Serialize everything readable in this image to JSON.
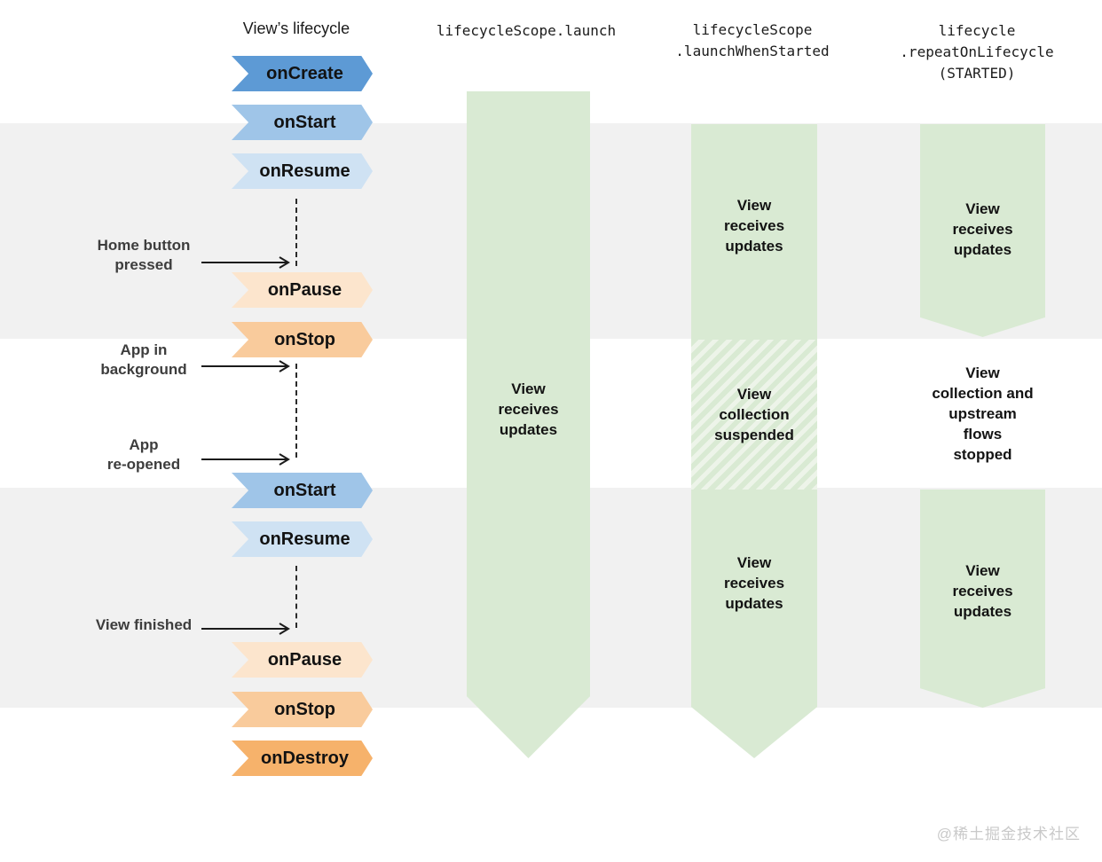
{
  "colors": {
    "band": "#f1f1f1",
    "green": "#d9ead3",
    "green_hatch_light": "#edf4e9",
    "blue_dark": "#5d9ad5",
    "blue_mid": "#9fc5e8",
    "blue_light": "#cfe2f3",
    "orange_light": "#fce5cd",
    "orange_mid": "#f9cb9c",
    "orange_dark": "#f6b26b",
    "text_dark": "#1b1b1b",
    "label_gray": "#3d3d3d",
    "watermark_gray": "#c9c9c9"
  },
  "headers": {
    "lifecycle": "View’s lifecycle",
    "launch": "lifecycleScope.launch",
    "launch_when_started": "lifecycleScope\n.launchWhenStarted",
    "repeat_on_lifecycle": "lifecycle\n.repeatOnLifecycle\n(STARTED)"
  },
  "lifecycle": {
    "events": [
      {
        "label": "onCreate",
        "color": "#5d9ad5"
      },
      {
        "label": "onStart",
        "color": "#9fc5e8"
      },
      {
        "label": "onResume",
        "color": "#cfe2f3"
      },
      {
        "label": "onPause",
        "color": "#fce5cd"
      },
      {
        "label": "onStop",
        "color": "#f9cb9c"
      },
      {
        "label": "onStart",
        "color": "#9fc5e8"
      },
      {
        "label": "onResume",
        "color": "#cfe2f3"
      },
      {
        "label": "onPause",
        "color": "#fce5cd"
      },
      {
        "label": "onStop",
        "color": "#f9cb9c"
      },
      {
        "label": "onDestroy",
        "color": "#f6b26b"
      }
    ]
  },
  "annotations": [
    {
      "label": "Home button\npressed"
    },
    {
      "label": "App in\nbackground"
    },
    {
      "label": "App\nre-opened"
    },
    {
      "label": "View finished"
    }
  ],
  "columns": {
    "launch": {
      "segment1": "View\nreceives\nupdates"
    },
    "launch_when_started": {
      "segment1": "View\nreceives\nupdates",
      "suspended": "View\ncollection\nsuspended",
      "segment2": "View\nreceives\nupdates"
    },
    "repeat_on_lifecycle": {
      "segment1": "View\nreceives\nupdates",
      "stopped": "View\ncollection and\nupstream\nflows\nstopped",
      "segment2": "View\nreceives\nupdates"
    }
  },
  "watermark": "@稀土掘金技术社区"
}
